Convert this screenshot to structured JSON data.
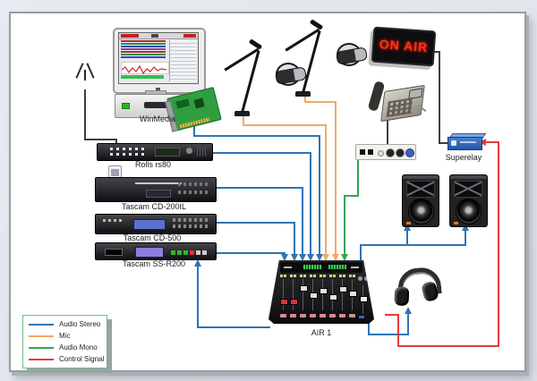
{
  "devices": {
    "winmedia": {
      "label": "WinMedia"
    },
    "rolls_rs80": {
      "label": "Rolls rs80"
    },
    "tascam_cd200il": {
      "label": "Tascam CD-200IL"
    },
    "tascam_cd500": {
      "label": "Tascam CD-500"
    },
    "tascam_ssr200": {
      "label": "Tascam SS-R200"
    },
    "mixer_air1": {
      "label": "AIR 1"
    },
    "superelay": {
      "label": "Superelay"
    },
    "on_air_sign": {
      "text": "ON AIR"
    }
  },
  "legend": {
    "items": [
      {
        "label": "Audio Stereo",
        "color": "#2e74b5"
      },
      {
        "label": "Mic",
        "color": "#f2a964"
      },
      {
        "label": "Audio Mono",
        "color": "#33a558"
      },
      {
        "label": "Control Signal",
        "color": "#e23b3d"
      }
    ]
  },
  "wire_colors": {
    "audio_stereo": "#2e74b5",
    "mic": "#f2a964",
    "audio_mono": "#33a558",
    "control_signal": "#e23b3d",
    "physical_cable": "#3f3f3f"
  }
}
